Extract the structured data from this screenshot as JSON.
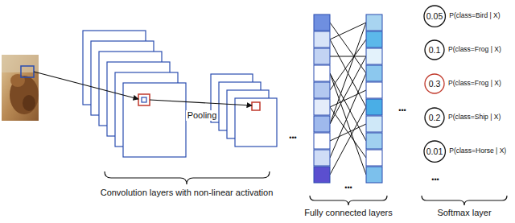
{
  "diagram": {
    "nodes": [
      {
        "text": [
          "0.05",
          "P(class=Bird | X)"
        ]
      },
      {
        "text": [
          "0.1",
          "P(class=Frog | X)"
        ]
      },
      {
        "text": [
          "0.3",
          "P(class=Frog | X)"
        ]
      },
      {
        "text": [
          "0.2",
          "P(class=Ship | X)"
        ]
      },
      {
        "text": [
          "0.01",
          "P(class=Horse | X)"
        ]
      }
    ],
    "labels": [
      "Pooling",
      "•••",
      "Convolution layers with non-linear activation",
      "•••",
      "Fully connected layers",
      "•••",
      "•••",
      "Softmax layer"
    ]
  }
}
